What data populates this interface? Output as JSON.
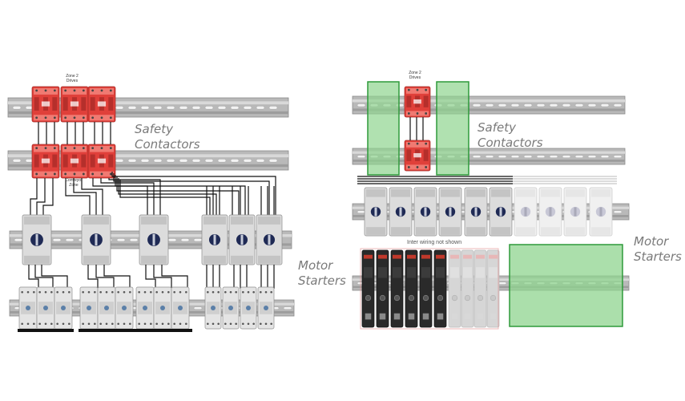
{
  "left_panel": {
    "safety_label_line1": "Safety",
    "safety_label_line2": "Contactors",
    "motor_label_line1": "Motor",
    "motor_label_line2": "Starters",
    "top_caption_line1": "Zone 2",
    "top_caption_line2": "Drives",
    "mid_caption_line1": "Conveyor",
    "mid_caption_line2": "Zone"
  },
  "right_panel": {
    "safety_label_line1": "Safety",
    "safety_label_line2": "Contactors",
    "motor_label_line1": "Motor",
    "motor_label_line2": "Starters",
    "top_caption_line1": "Zone 2",
    "top_caption_line2": "Drives",
    "wiring_note": "Inter wiring not shown"
  },
  "colors": {
    "safety_contactor": "#e0403a",
    "savings_highlight": "#8fd48f",
    "highlight_border": "#2e9a3a",
    "din_rail": "#b9b9b9",
    "motor_starter_active": "#2a2a2a",
    "motor_starter_ghosted": "#d6d6d6"
  },
  "icons": {
    "din_rail": "din-rail-icon",
    "contactor": "contactor-icon",
    "circuit_breaker": "circuit-breaker-icon",
    "compact_starter": "compact-starter-icon"
  }
}
